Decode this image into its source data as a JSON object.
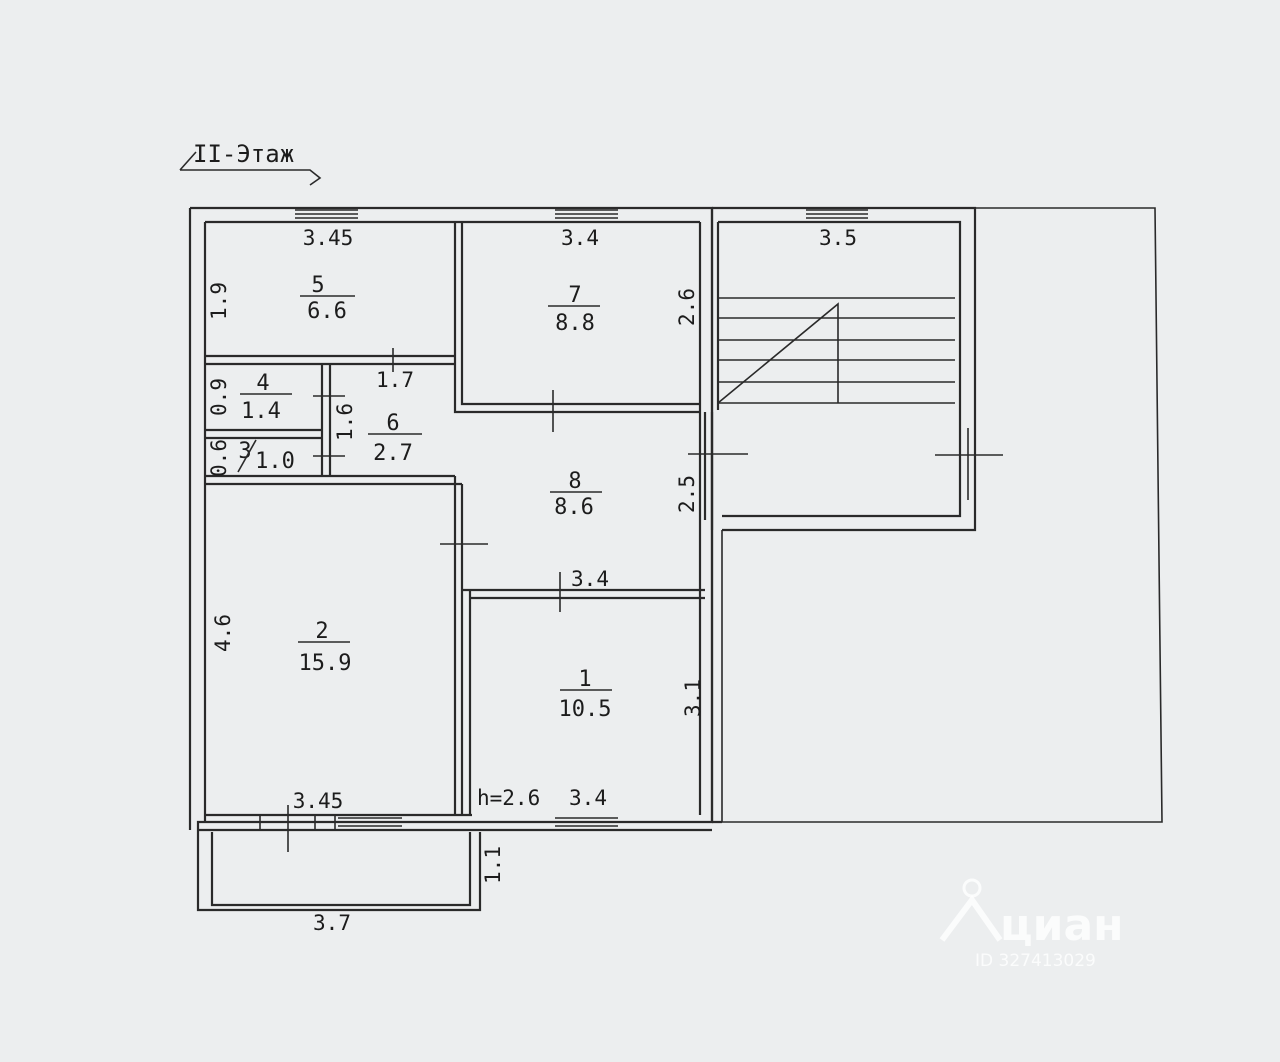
{
  "floor_title": "II-Этаж",
  "rooms": [
    {
      "number": "5",
      "area": "6.6",
      "width": "3.45",
      "height": "1.9"
    },
    {
      "number": "7",
      "area": "8.8",
      "width": "3.4",
      "height": "2.6"
    },
    {
      "number": "4",
      "area": "1.4",
      "height": "0.9"
    },
    {
      "number": "6",
      "area": "2.7",
      "width": "1.7",
      "height": "1.6"
    },
    {
      "number": "3",
      "area": "1.0",
      "height": "0.6"
    },
    {
      "number": "8",
      "area": "8.6",
      "width": "3.4",
      "height": "2.5"
    },
    {
      "number": "2",
      "area": "15.9",
      "width": "3.45",
      "height": "4.6"
    },
    {
      "number": "1",
      "area": "10.5",
      "width": "3.4",
      "height": "3.1"
    }
  ],
  "stair_width": "3.5",
  "ceiling_height": "h=2.6",
  "balcony": {
    "width": "3.7",
    "depth": "1.1"
  },
  "watermark": {
    "brand": "циан",
    "id": "ID 327413029"
  },
  "colors": {
    "paper": "#eceeef",
    "ink": "#2a2a2a"
  }
}
